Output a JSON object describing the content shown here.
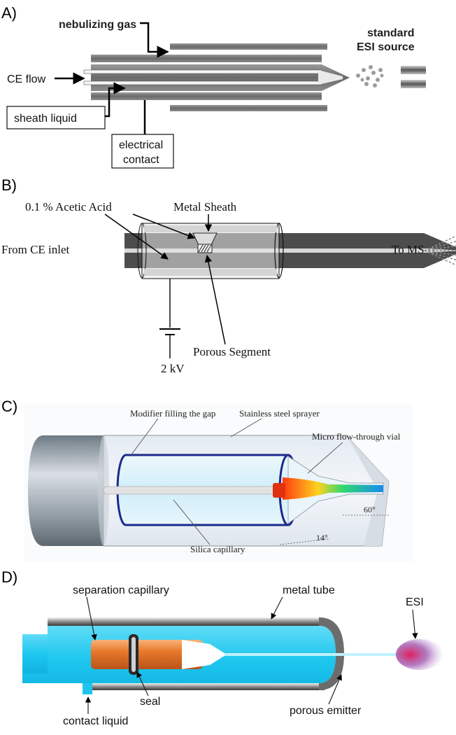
{
  "panels": {
    "a": {
      "letter": "A)",
      "labels": {
        "nebulizing_gas": "nebulizing gas",
        "standard": "standard",
        "esi_source": "ESI source",
        "ce_flow": "CE flow",
        "sheath_liquid": "sheath liquid",
        "electrical": "electrical",
        "contact": "contact"
      }
    },
    "b": {
      "letter": "B)",
      "labels": {
        "acetic_acid": "0.1 % Acetic Acid",
        "metal_sheath": "Metal Sheath",
        "from_ce_inlet": "From CE inlet",
        "to_ms": "To MS",
        "porous_segment": "Porous Segment",
        "voltage": "2 kV"
      }
    },
    "c": {
      "letter": "C)",
      "labels": {
        "modifier": "Modifier filling the gap",
        "stainless": "Stainless steel sprayer",
        "micro_vial": "Micro flow-through vial",
        "angle_60": "60°",
        "angle_14": "14°",
        "silica": "Silica capillary"
      }
    },
    "d": {
      "letter": "D)",
      "labels": {
        "separation_capillary": "separation capillary",
        "metal_tube": "metal tube",
        "esi": "ESI",
        "seal": "seal",
        "porous_emitter": "porous emitter",
        "contact_liquid": "contact liquid"
      }
    }
  },
  "colors": {
    "gray_dark": "#5a5a5a",
    "gray_mid": "#8a8a8a",
    "steel_light": "#dfe6ee",
    "blue_outline": "#1a2a8c",
    "cyan_liquid": "#19c8f0",
    "orange_capillary": "#e8782a",
    "esi_plume": "#b04a8a"
  }
}
